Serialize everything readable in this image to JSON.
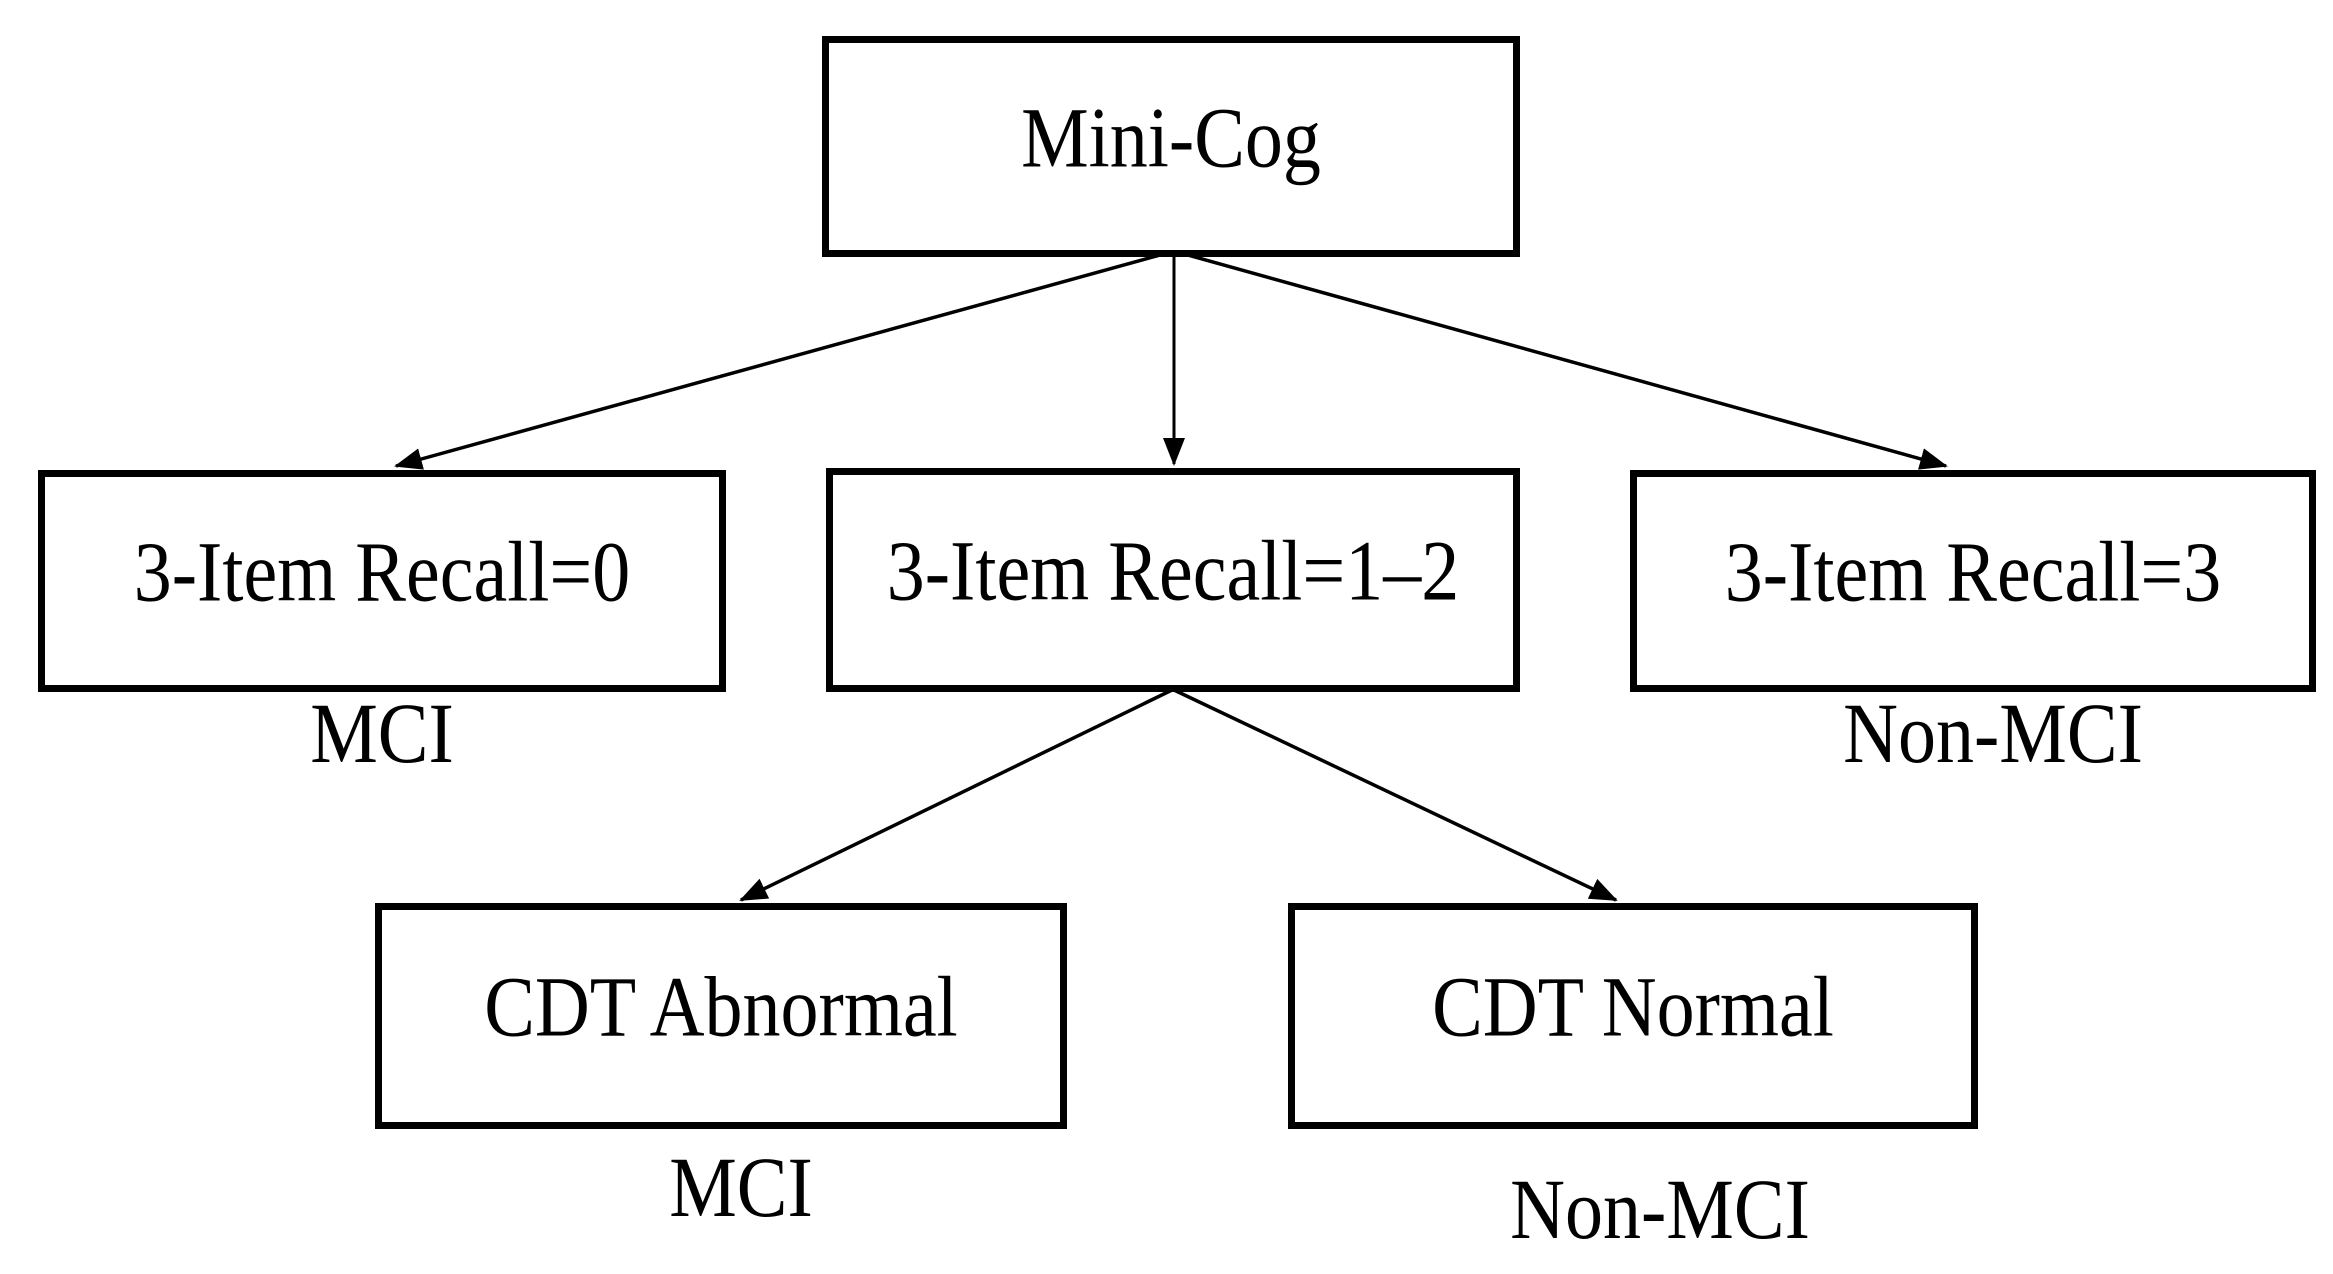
{
  "diagram": {
    "background_color": "#ffffff",
    "line_color": "#000000",
    "text_color": "#000000",
    "nodes": [
      {
        "id": "mini-cog",
        "label": "Mini-Cog"
      },
      {
        "id": "recall-0",
        "label": "3-Item Recall=0"
      },
      {
        "id": "recall-1-2",
        "label": "3-Item Recall=1–2"
      },
      {
        "id": "recall-3",
        "label": "3-Item Recall=3"
      },
      {
        "id": "cdt-abnormal",
        "label": "CDT Abnormal"
      },
      {
        "id": "cdt-normal",
        "label": "CDT Normal"
      }
    ],
    "outcomes": [
      {
        "id": "outcome-recall-0",
        "under": "recall-0",
        "label": "MCI"
      },
      {
        "id": "outcome-recall-3",
        "under": "recall-3",
        "label": "Non-MCI"
      },
      {
        "id": "outcome-cdt-abnormal",
        "under": "cdt-abnormal",
        "label": "MCI"
      },
      {
        "id": "outcome-cdt-normal",
        "under": "cdt-normal",
        "label": "Non-MCI"
      }
    ],
    "edges": [
      {
        "from": "mini-cog",
        "to": "recall-0"
      },
      {
        "from": "mini-cog",
        "to": "recall-1-2"
      },
      {
        "from": "mini-cog",
        "to": "recall-3"
      },
      {
        "from": "recall-1-2",
        "to": "cdt-abnormal"
      },
      {
        "from": "recall-1-2",
        "to": "cdt-normal"
      }
    ]
  }
}
